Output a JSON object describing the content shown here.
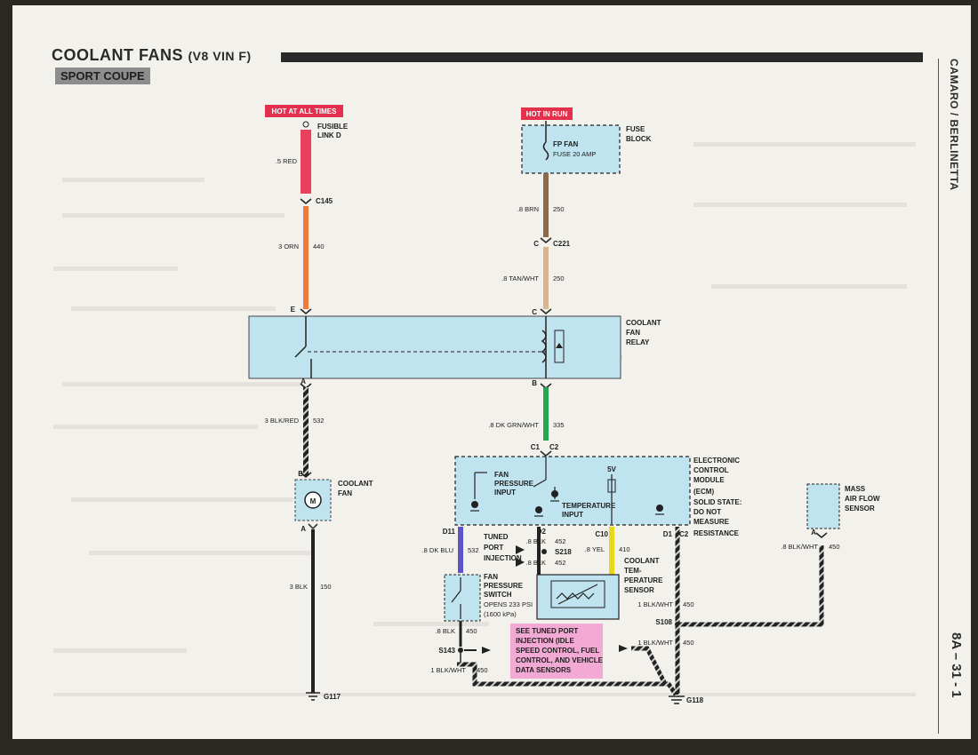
{
  "header": {
    "title": "COOLANT FANS",
    "subtitle": "(V8 VIN F)",
    "badge": "SPORT COUPE",
    "side_title": "CAMARO / BERLINETTA",
    "page_number": "8A – 31 - 1"
  },
  "colors": {
    "red_label_bg": "#e3304c",
    "fusible_link": "#e8415c",
    "orange_wire": "#f07a3c",
    "brown_wire": "#8a6a4a",
    "tan_wire": "#d9b58f",
    "green_wire": "#25a650",
    "blue_wire": "#5a55c8",
    "yellow_wire": "#e8d81a",
    "component_fill": "#bfe3ef",
    "note_fill": "#f2a9d4",
    "wire_black": "#222222"
  },
  "labels": {
    "hot_at_all_times": "HOT AT ALL TIMES",
    "hot_in_run": "HOT IN RUN",
    "fusible_link": [
      "FUSIBLE",
      "LINK D"
    ],
    "fuse_block": [
      "FUSE",
      "BLOCK"
    ],
    "fuse_name": "FP FAN",
    "fuse_rating": "FUSE 20 AMP",
    "coolant_fan_relay": [
      "COOLANT",
      "FAN",
      "RELAY"
    ],
    "coolant_fan": [
      "COOLANT",
      "FAN"
    ],
    "ecm": [
      "ELECTRONIC",
      "CONTROL",
      "MODULE",
      "(ECM)",
      "SOLID STATE:",
      "DO NOT",
      "MEASURE",
      "RESISTANCE"
    ],
    "maf": [
      "MASS",
      "AIR FLOW",
      "SENSOR"
    ],
    "fan_pressure_input": [
      "FAN",
      "PRESSURE",
      "INPUT"
    ],
    "temperature_input": [
      "TEMPERATURE",
      "INPUT"
    ],
    "five_volt": "5V",
    "tuned_port": [
      "TUNED",
      "PORT",
      "INJECTION"
    ],
    "fan_pressure_switch": [
      "FAN",
      "PRESSURE",
      "SWITCH",
      "OPENS 233 PSI",
      "(1600 kPa)"
    ],
    "coolant_temp_sensor": [
      "COOLANT",
      "TEM-",
      "PERATURE",
      "SENSOR"
    ],
    "see_note": [
      "SEE TUNED PORT",
      "INJECTION (IDLE",
      "SPEED CONTROL, FUEL",
      "CONTROL, AND VEHICLE",
      "DATA SENSORS"
    ]
  },
  "connectors": {
    "c145": "C145",
    "c221": "C221",
    "e": "E",
    "c": "C",
    "c_lower": "C",
    "a": "A",
    "b": "B",
    "a_fan": "A",
    "b_fan": "B",
    "c1": "C1",
    "c2": "C2",
    "c2b": "C2",
    "d1": "D1",
    "d2": "D2",
    "d11": "D11",
    "c10": "C10",
    "a_maf": "A",
    "s218": "S218",
    "s143": "S143",
    "s108": "S108",
    "g117": "G117",
    "g118": "G118"
  },
  "wires": {
    "red_5": ".5 RED",
    "orn_3": "3 ORN",
    "orn_3_circ": "440",
    "brn_8": ".8 BRN",
    "brn_8_circ": "250",
    "tan_wht": ".8 TAN/WHT",
    "tan_wht_circ": "250",
    "blk_red": "3 BLK/RED",
    "blk_red_circ": "532",
    "dk_grn_wht": ".8 DK GRN/WHT",
    "dk_grn_wht_circ": "335",
    "blk_3": "3 BLK",
    "blk_3_circ": "150",
    "dk_blu": ".8 DK BLU",
    "dk_blu_circ": "532",
    "blk_452a": ".8 BLK",
    "blk_452a_circ": "452",
    "blk_452b": ".8 BLK",
    "blk_452b_circ": "452",
    "yel": ".8 YEL",
    "yel_circ": "410",
    "blk_wht_maf": ".8 BLK/WHT",
    "blk_wht_maf_circ": "450",
    "blk_wht_1a": "1 BLK/WHT",
    "blk_wht_1a_circ": "450",
    "blk_wht_1b": "1 BLK/WHT",
    "blk_wht_1b_circ": "450",
    "blk_450": ".8 BLK",
    "blk_450_circ": "450",
    "blk_wht_1c": "1 BLK/WHT",
    "blk_wht_1c_circ": "450"
  }
}
